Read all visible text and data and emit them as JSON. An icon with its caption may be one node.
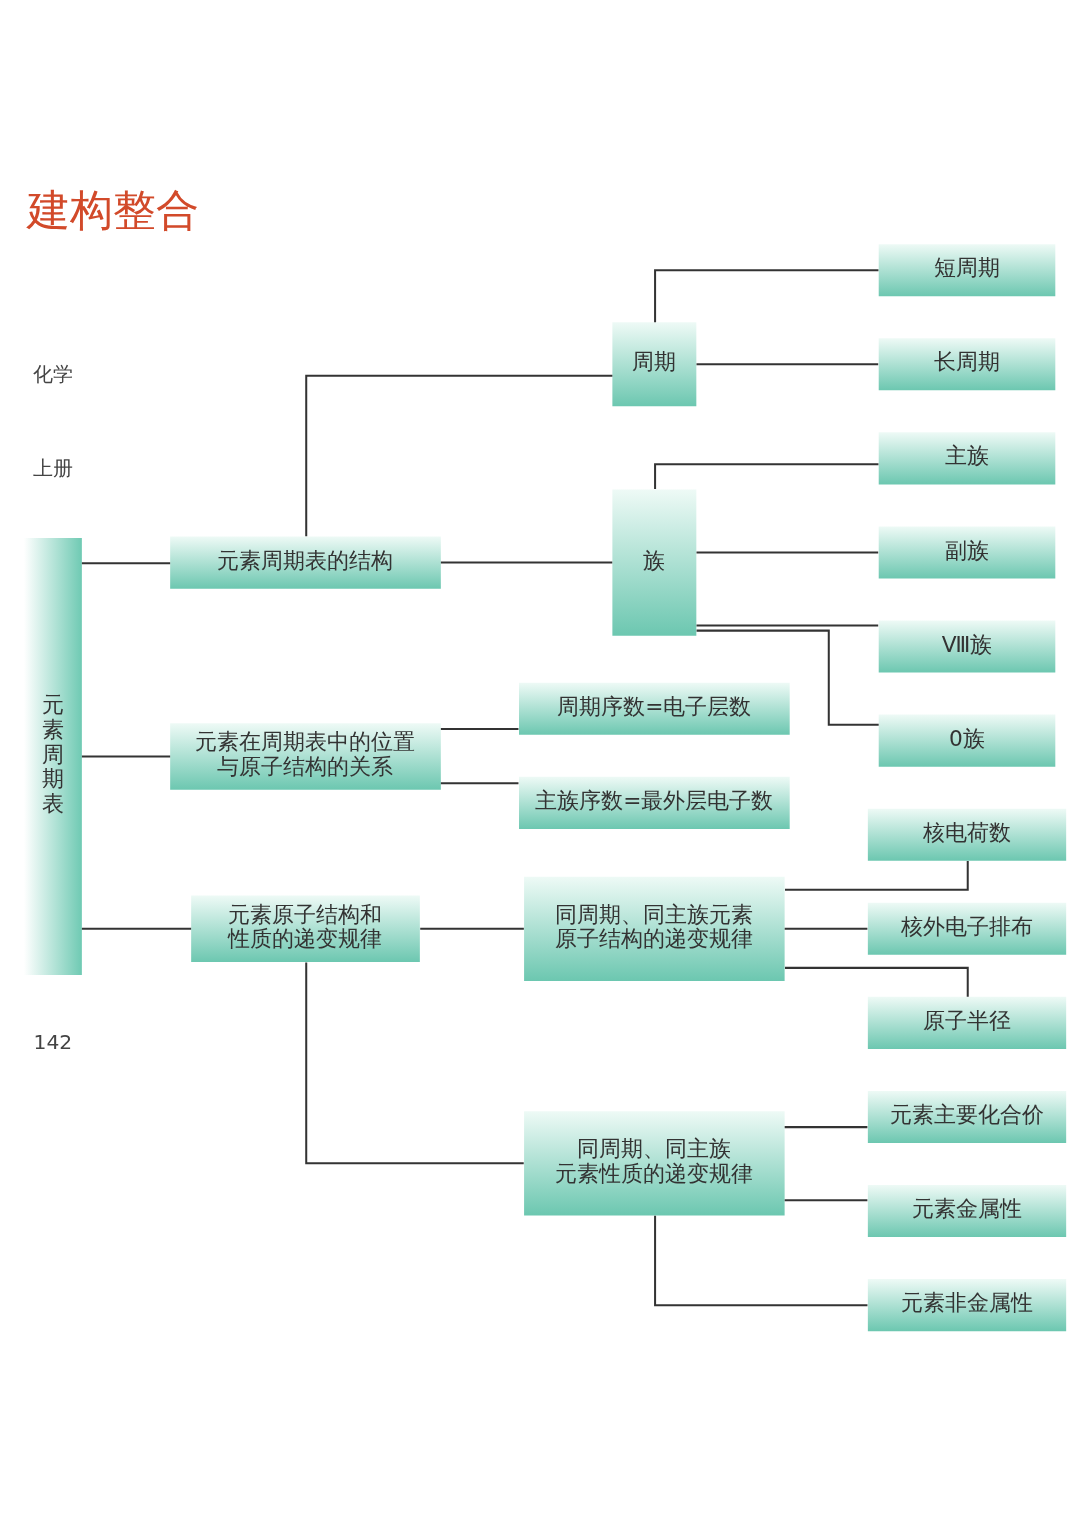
{
  "diagram": {
    "title": "建构整合",
    "nodes": [
      {
        "text": [
          "元素周期表"
        ]
      },
      {
        "text": [
          "元素周期表的结构"
        ]
      },
      {
        "text": [
          "周期"
        ]
      },
      {
        "text": [
          "短周期"
        ]
      },
      {
        "text": [
          "长周期"
        ]
      },
      {
        "text": [
          "族"
        ]
      },
      {
        "text": [
          "主族"
        ]
      },
      {
        "text": [
          "副族"
        ]
      },
      {
        "text": [
          "Ⅷ族"
        ]
      },
      {
        "text": [
          "0族"
        ]
      },
      {
        "text": [
          "元素在周期表中的位置与原子结构的关系"
        ]
      },
      {
        "text": [
          "周期序数=电子层数"
        ]
      },
      {
        "text": [
          "主族序数=最外层电子数"
        ]
      },
      {
        "text": [
          "元素原子结构和性质的递变规律"
        ]
      },
      {
        "text": [
          "同周期、同主族元素原子结构的递变规律"
        ]
      },
      {
        "text": [
          "核电荷数"
        ]
      },
      {
        "text": [
          "核外电子排布"
        ]
      },
      {
        "text": [
          "原子半径"
        ]
      },
      {
        "text": [
          "同周期、同主族元素性质的递变规律"
        ]
      },
      {
        "text": [
          "元素主要化合价"
        ]
      },
      {
        "text": [
          "元素金属性"
        ]
      },
      {
        "text": [
          "元素非金属性"
        ]
      }
    ],
    "edges": [
      {
        "from": 0,
        "to": 1,
        "arrow": "none"
      },
      {
        "from": 1,
        "to": 2,
        "arrow": "none"
      },
      {
        "from": 2,
        "to": 3,
        "arrow": "none"
      },
      {
        "from": 2,
        "to": 4,
        "arrow": "none"
      },
      {
        "from": 1,
        "to": 5,
        "arrow": "none"
      },
      {
        "from": 5,
        "to": 6,
        "arrow": "none"
      },
      {
        "from": 5,
        "to": 7,
        "arrow": "none"
      },
      {
        "from": 5,
        "to": 8,
        "arrow": "none"
      },
      {
        "from": 5,
        "to": 9,
        "arrow": "none"
      },
      {
        "from": 0,
        "to": 10,
        "arrow": "none"
      },
      {
        "from": 10,
        "to": 11,
        "arrow": "none"
      },
      {
        "from": 10,
        "to": 12,
        "arrow": "none"
      },
      {
        "from": 0,
        "to": 13,
        "arrow": "none"
      },
      {
        "from": 13,
        "to": 14,
        "arrow": "none"
      },
      {
        "from": 14,
        "to": 15,
        "arrow": "none"
      },
      {
        "from": 14,
        "to": 16,
        "arrow": "none"
      },
      {
        "from": 14,
        "to": 17,
        "arrow": "none"
      },
      {
        "from": 13,
        "to": 18,
        "arrow": "none"
      },
      {
        "from": 18,
        "to": 19,
        "arrow": "none"
      },
      {
        "from": 18,
        "to": 20,
        "arrow": "none"
      },
      {
        "from": 18,
        "to": 21,
        "arrow": "none"
      }
    ],
    "labels": [
      "化学",
      "上册",
      "142"
    ]
  }
}
